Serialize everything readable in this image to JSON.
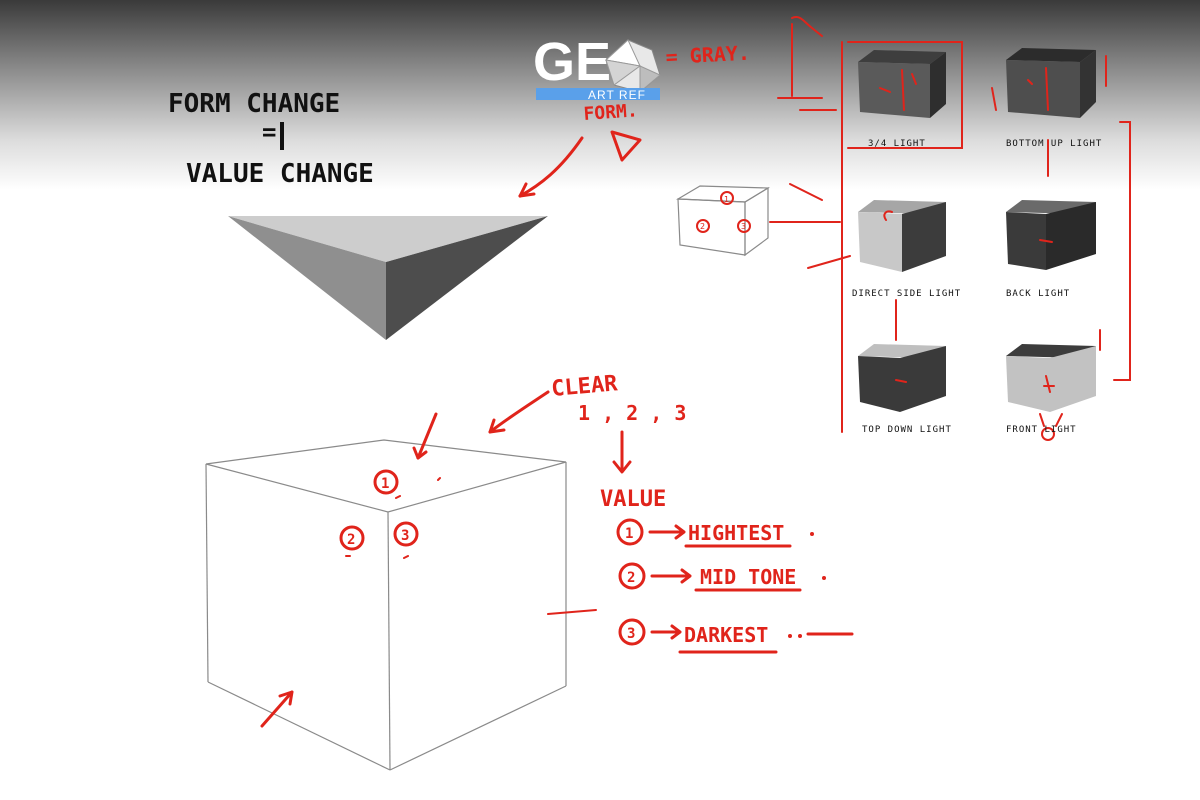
{
  "logo": {
    "letters": "GE",
    "sub": "ART REF"
  },
  "annotations": {
    "form_change": "FORM CHANGE",
    "equals": "=",
    "value_change": "VALUE CHANGE",
    "gray": "= GRAY.",
    "form": "FORM.",
    "clear": "CLEAR",
    "one_two_three": "1 , 2 , 3",
    "value": "VALUE"
  },
  "legend": [
    {
      "num": "1",
      "label": "HIGHTEST"
    },
    {
      "num": "2",
      "label": "MID TONE"
    },
    {
      "num": "3",
      "label": "DARKEST"
    }
  ],
  "small_cube_faces": [
    "1",
    "2",
    "3"
  ],
  "cube_faces": [
    "1",
    "2",
    "3"
  ],
  "lighting_cubes": [
    {
      "label": "3/4 LIGHT"
    },
    {
      "label": "BOTTOM UP LIGHT"
    },
    {
      "label": "DIRECT SIDE LIGHT"
    },
    {
      "label": "BACK LIGHT"
    },
    {
      "label": "TOP DOWN LIGHT"
    },
    {
      "label": "FRONT LIGHT"
    }
  ],
  "colors": {
    "accent_red": "#e0241b",
    "logo_blue": "#5aa0ea",
    "ink": "#111111"
  }
}
